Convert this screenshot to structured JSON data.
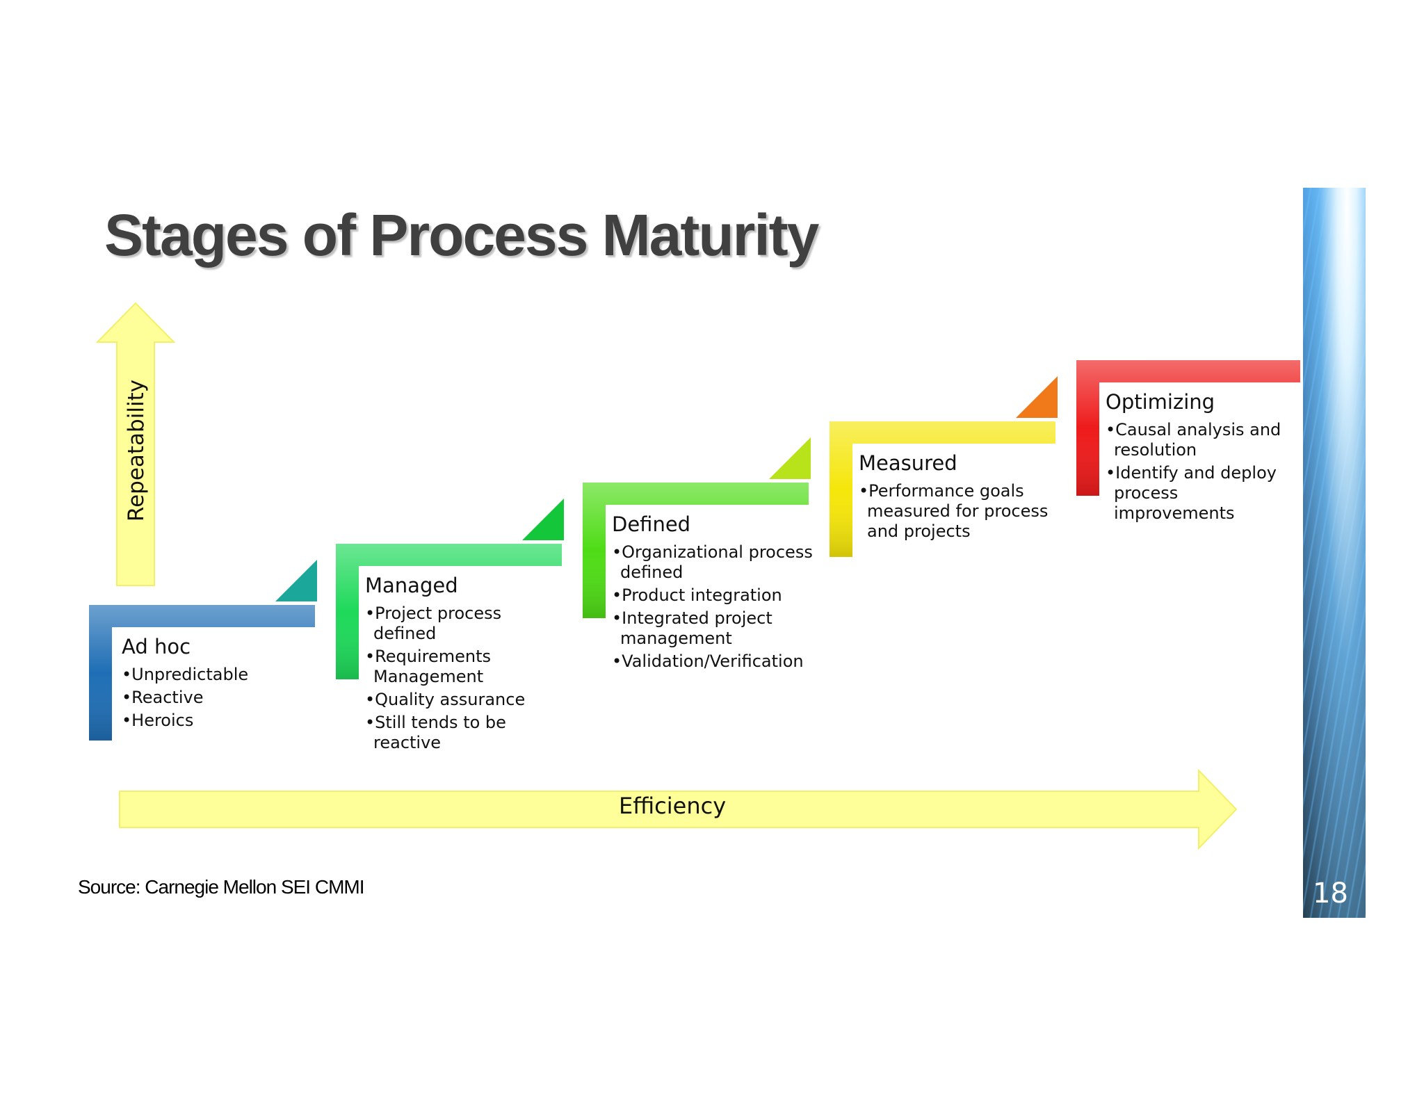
{
  "title": "Stages of Process Maturity",
  "stages": [
    {
      "title": "Ad hoc",
      "color": "#1f6eb5",
      "bullets": [
        "Unpredictable",
        "Reactive",
        "Heroics"
      ]
    },
    {
      "title": "Managed",
      "color": "#1ed95a",
      "bullets": [
        "Project process defined",
        "Requirements Management",
        "Quality assurance",
        "Still tends to be reactive"
      ]
    },
    {
      "title": "Defined",
      "color": "#4fdc16",
      "bullets": [
        "Organizational process defined",
        "Product integration",
        "Integrated project management",
        "Validation/Verification"
      ]
    },
    {
      "title": "Measured",
      "color": "#f5e60a",
      "bullets": [
        "Performance goals measured for process and projects"
      ]
    },
    {
      "title": "Optimizing",
      "color": "#ee1b1b",
      "bullets": [
        "Causal analysis and resolution",
        "Identify and deploy process improvements"
      ]
    }
  ],
  "connector_colors": [
    "#1ba89a",
    "#14c63a",
    "#b8e21a",
    "#f07a1a"
  ],
  "axes": {
    "x_label": "Efficiency",
    "y_label": "Repeatability",
    "arrow_color": "#ffff99",
    "arrow_stroke": "#f2f06a"
  },
  "source": "Source: Carnegie Mellon SEI CMMI",
  "page_number": "18"
}
